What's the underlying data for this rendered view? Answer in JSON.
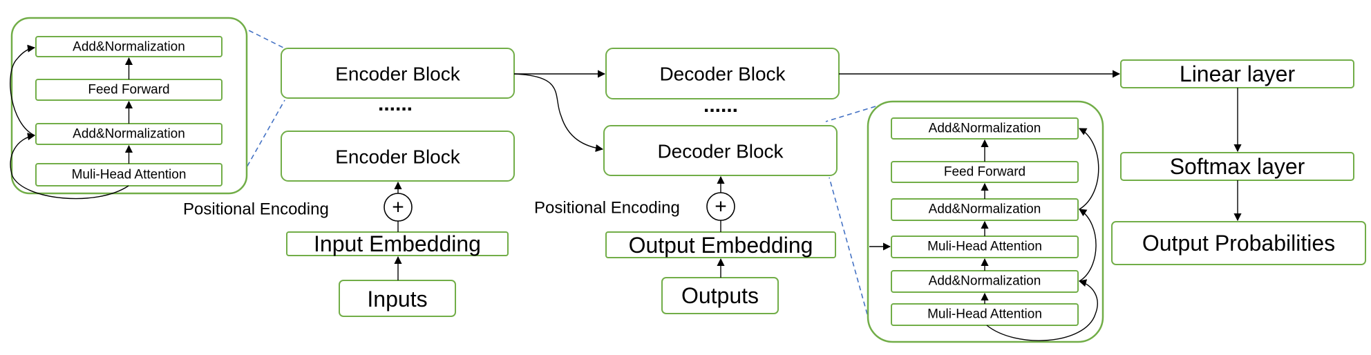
{
  "encoder_detail": {
    "add_norm_top": "Add&Normalization",
    "feed_forward": "Feed Forward",
    "add_norm_bottom": "Add&Normalization",
    "attention": "Muli-Head Attention"
  },
  "encoder": {
    "block_top": "Encoder Block",
    "ellipsis": "......",
    "block_bottom": "Encoder Block",
    "positional_encoding": "Positional Encoding",
    "adder_symbol": "+",
    "input_embedding": "Input Embedding",
    "inputs": "Inputs"
  },
  "decoder": {
    "block_top": "Decoder Block",
    "ellipsis": "......",
    "block_bottom": "Decoder Block",
    "positional_encoding": "Positional Encoding",
    "adder_symbol": "+",
    "output_embedding": "Output Embedding",
    "outputs": "Outputs"
  },
  "decoder_detail": {
    "add_norm_3": "Add&Normalization",
    "feed_forward": "Feed Forward",
    "add_norm_2": "Add&Normalization",
    "cross_attention": "Muli-Head Attention",
    "add_norm_1": "Add&Normalization",
    "self_attention": "Muli-Head Attention"
  },
  "head": {
    "linear": "Linear layer",
    "softmax": "Softmax layer",
    "output": "Output Probabilities"
  },
  "colors": {
    "box_stroke": "#71ad47",
    "zoom_dash": "#4472c4",
    "arrow": "#000000"
  }
}
